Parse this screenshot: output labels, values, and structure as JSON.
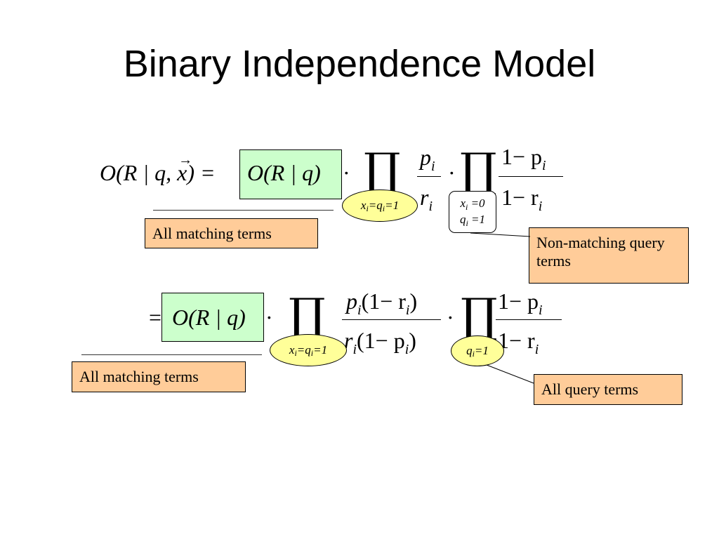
{
  "slide": {
    "title": "Binary Independence Model"
  },
  "eq1": {
    "lhs_pre": "O(R | q, ",
    "vec_var": "x",
    "lhs_post": ") =",
    "green": "O(R | q)",
    "dot": "·",
    "prod": "∏",
    "frac1_num": "p",
    "frac1_num_sub": "i",
    "frac1_den": "r",
    "frac1_den_sub": "i",
    "frac2_num": "1− p",
    "frac2_num_sub": "i",
    "frac2_den": "1− r",
    "frac2_den_sub": "i"
  },
  "eq2": {
    "eq_sign": "=",
    "green": "O(R | q)",
    "dot": "·",
    "prod": "∏",
    "frac1_num_a": "p",
    "frac1_num_a_sub": "i",
    "frac1_num_b": "(1− r",
    "frac1_num_b_sub": "i",
    "frac1_num_c": ")",
    "frac1_den_a": "r",
    "frac1_den_a_sub": "i",
    "frac1_den_b": "(1− p",
    "frac1_den_b_sub": "i",
    "frac1_den_c": ")",
    "frac2_num": "1− p",
    "frac2_num_sub": "i",
    "frac2_den": "1− r",
    "frac2_den_sub": "i"
  },
  "conditions": {
    "c1_x": "x",
    "c1_x_sub": "i",
    "c1_eq": " =q",
    "c1_q_sub": "i",
    "c1_val": " =1",
    "c2_line1_x": "x",
    "c2_line1_sub": "i",
    "c2_line1_val": " =0",
    "c2_line2_q": "q",
    "c2_line2_sub": "i",
    "c2_line2_val": " =1",
    "c3_x": "x",
    "c3_x_sub": "i",
    "c3_eq": " =q",
    "c3_q_sub": "i",
    "c3_val": " =1",
    "c4_q": "q",
    "c4_sub": "i",
    "c4_val": " =1"
  },
  "labels": {
    "all_matching_1": "All matching terms",
    "non_matching": "Non-matching query terms",
    "all_matching_2": "All matching terms",
    "all_query": "All query terms"
  }
}
